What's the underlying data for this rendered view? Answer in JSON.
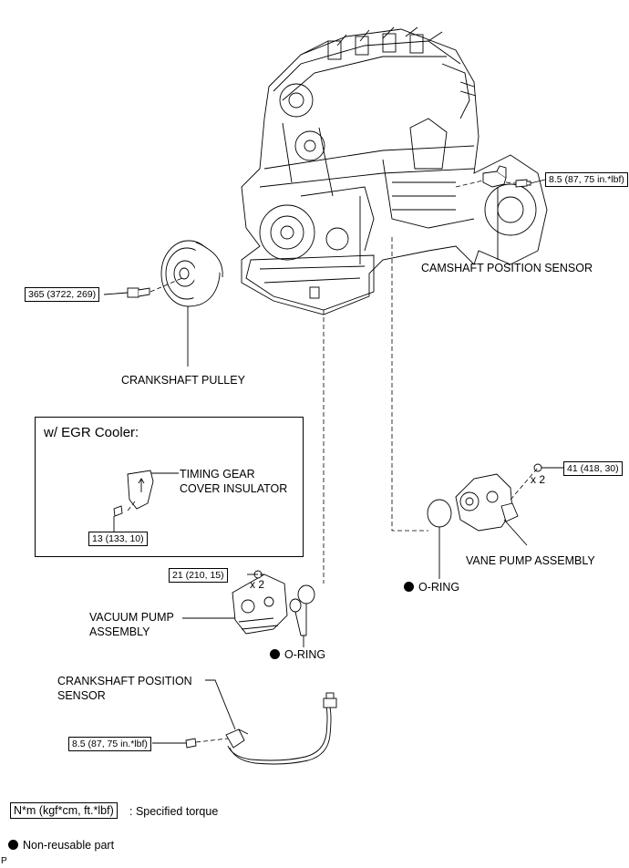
{
  "labels": {
    "camshaft_sensor": "CAMSHAFT POSITION SENSOR",
    "crankshaft_pulley": "CRANKSHAFT PULLEY",
    "timing_gear_insulator_l1": "TIMING GEAR",
    "timing_gear_insulator_l2": "COVER INSULATOR",
    "vane_pump": "VANE PUMP ASSEMBLY",
    "oring": "O-RING",
    "vacuum_pump_l1": "VACUUM PUMP",
    "vacuum_pump_l2": "ASSEMBLY",
    "crank_sensor_l1": "CRANKSHAFT POSITION",
    "crank_sensor_l2": "SENSOR",
    "egr_title": "w/ EGR Cooler:",
    "x2": "x 2",
    "corner_letter": "P"
  },
  "torques": {
    "camshaft_bolt": "8.5 (87, 75 in.*lbf)",
    "crankshaft_bolt": "365 (3722, 269)",
    "insulator_bolt": "13 (133, 10)",
    "vane_pump_nut": "41 (418, 30)",
    "vacuum_pump_nut": "21 (210, 15)",
    "crank_sensor_bolt": "8.5 (87, 75 in.*lbf)"
  },
  "legend": {
    "torque_unit": "N*m (kgf*cm, ft.*lbf)",
    "torque_desc": ": Specified torque",
    "nonreusable": "Non-reusable part"
  }
}
